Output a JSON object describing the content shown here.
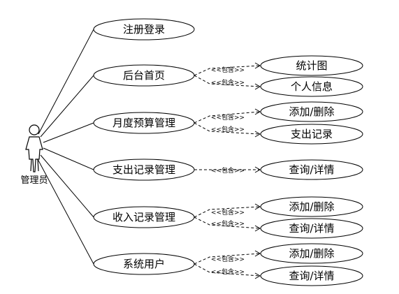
{
  "actor": {
    "name": "管理员",
    "icon": "stick-figure-icon"
  },
  "include_label": "<<包含>>",
  "use_cases": [
    {
      "id": "register_login",
      "label": "注册登录",
      "includes": []
    },
    {
      "id": "admin_home",
      "label": "后台首页",
      "includes": [
        {
          "label": "统计图"
        },
        {
          "label": "个人信息"
        }
      ]
    },
    {
      "id": "monthly_budget",
      "label": "月度预算管理",
      "includes": [
        {
          "label": "添加/删除"
        },
        {
          "label": "支出记录"
        }
      ]
    },
    {
      "id": "expense_mgmt",
      "label": "支出记录管理",
      "includes": [
        {
          "label": "查询/详情"
        }
      ]
    },
    {
      "id": "income_mgmt",
      "label": "收入记录管理",
      "includes": [
        {
          "label": "添加/删除"
        },
        {
          "label": "查询/详情"
        }
      ]
    },
    {
      "id": "system_users",
      "label": "系统用户",
      "includes": [
        {
          "label": "添加/删除"
        },
        {
          "label": "查询/详情"
        }
      ]
    }
  ]
}
